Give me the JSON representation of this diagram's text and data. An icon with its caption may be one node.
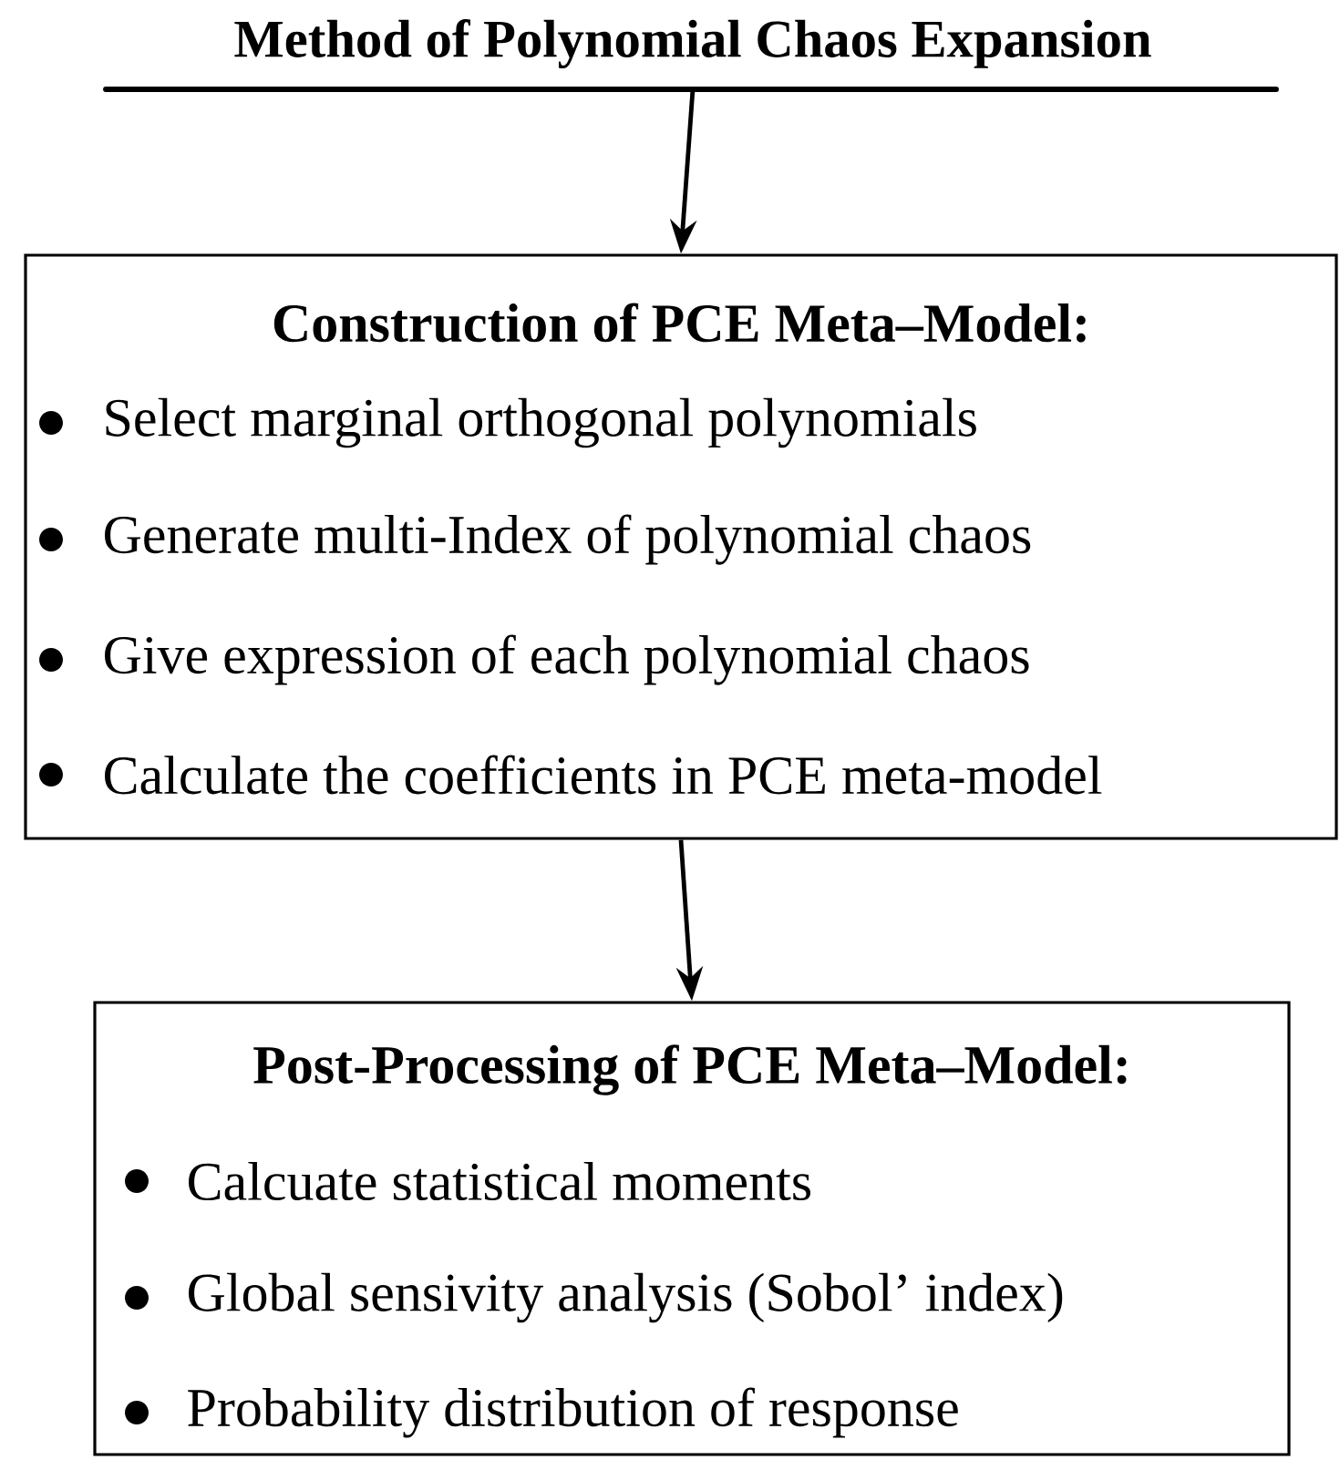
{
  "diagram": {
    "nodes": [
      {
        "text": [
          "Method of Polynomial Chaos Expansion"
        ]
      },
      {
        "text": [
          "Construction of PCE Meta–Model:",
          "Select marginal orthogonal polynomials",
          "Generate multi-Index of polynomial chaos",
          "Give expression of each polynomial chaos",
          "Calculate the coefficients in PCE meta-model"
        ]
      },
      {
        "text": [
          "Post-Processing of PCE Meta–Model:",
          "Calcuate statistical moments",
          "Global sensivity analysis (Sobol’ index)",
          "Probability distribution of response"
        ]
      }
    ],
    "edges": [
      {
        "from": 0,
        "to": 1,
        "arrow": "to"
      },
      {
        "from": 1,
        "to": 2,
        "arrow": "to"
      }
    ]
  }
}
